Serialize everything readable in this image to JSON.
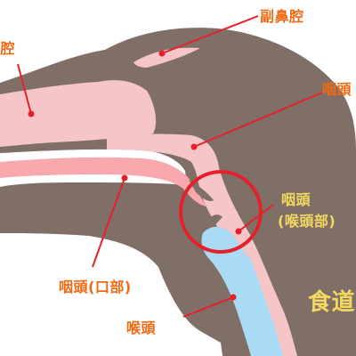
{
  "labels": {
    "paranasal_sinus": "副鼻腔",
    "nasal_cavity": "鼻腔",
    "pharynx": "咽頭",
    "pharynx_laryngeal": "咽頭",
    "pharynx_laryngeal_sub": "(喉頭部)",
    "pharynx_oral": "咽頭(口部)",
    "larynx": "喉頭",
    "esophagus": "食道"
  },
  "colors": {
    "tissue": "#806f66",
    "mucosa": "#f6c5c7",
    "airway": "#f9a9ad",
    "trachea": "#a9dcf4",
    "leader": "#e4212b",
    "highlight_circle": "#e4212b",
    "label_orange": "#f06a13",
    "label_yellow": "#f1d860"
  }
}
